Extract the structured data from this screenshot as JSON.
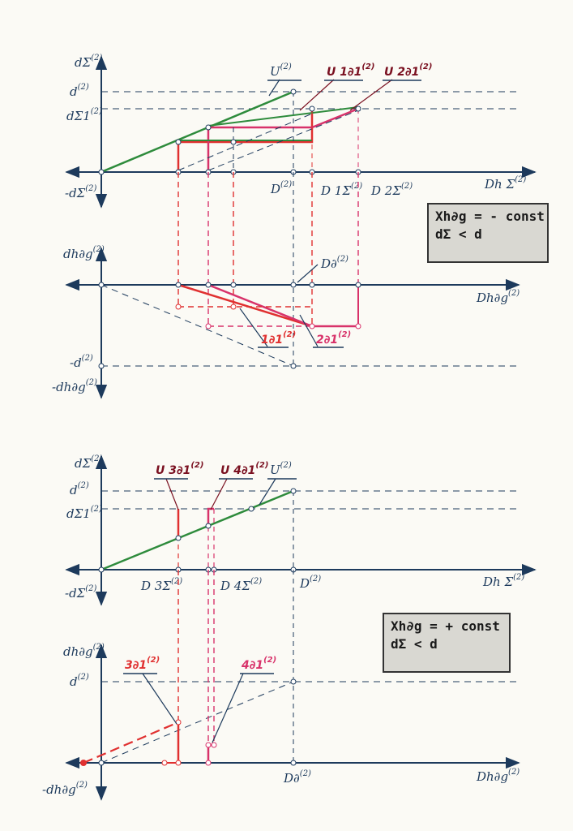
{
  "colors": {
    "axis": "#1d3a5c",
    "green": "#2e8b3c",
    "red": "#e03030",
    "pink": "#d8326a",
    "dashed": "#1d3a5c",
    "box_bg": "#d9d8d2"
  },
  "top_upper": {
    "y_axis": "dΣ",
    "y_axis_neg": "-dΣ",
    "x_axis": "Dh Σ",
    "tick_d": "d",
    "tick_dS1": "dΣ1",
    "curve_U": "U",
    "curve_U1": "U 1∂1",
    "curve_U2": "U 2∂1",
    "point_D": "D",
    "point_D1": "D 1Σ",
    "point_D2": "D 2Σ"
  },
  "top_box": {
    "line1": "Xh∂g = - const",
    "line2": "dΣ < d"
  },
  "top_lower": {
    "y_axis": "dh∂g",
    "x_axis": "Dh∂g",
    "neg_d": "-d",
    "neg_axis": "-dh∂g",
    "point_Dd": "D∂",
    "label_1": "1∂1",
    "label_2": "2∂1"
  },
  "bottom_upper": {
    "y_axis": "dΣ",
    "y_axis_neg": "-dΣ",
    "x_axis": "Dh Σ",
    "tick_d": "d",
    "tick_dS1": "dΣ1",
    "curve_U": "U",
    "curve_U3": "U 3∂1",
    "curve_U4": "U 4∂1",
    "point_D": "D",
    "point_D3": "D 3Σ",
    "point_D4": "D 4Σ"
  },
  "bottom_box": {
    "line1": "Xh∂g = + const",
    "line2": "dΣ < d"
  },
  "bottom_lower": {
    "y_axis": "dh∂g",
    "x_axis": "Dh∂g",
    "tick_d": "d",
    "neg_axis": "-dh∂g",
    "point_Dd": "D∂",
    "label_3": "3∂1",
    "label_4": "4∂1"
  },
  "superscript": "(2)"
}
